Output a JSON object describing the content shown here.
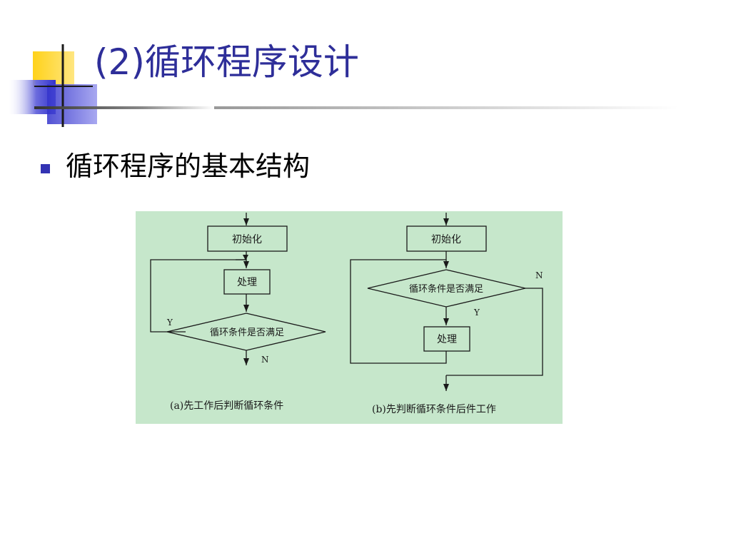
{
  "slide": {
    "title": "(2)循环程序设计",
    "bullet": "循环程序的基本结构",
    "accent_color": "#2e2e99",
    "deco_colors": {
      "yellow": "#ffcc00",
      "blue": "#3333cc",
      "line": "#1a1a1a"
    },
    "figure_bg": "#c6e7cb"
  },
  "diagram_a": {
    "init": "初始化",
    "process": "处理",
    "condition": "循环条件是否满足",
    "yes_label": "Y",
    "no_label": "N",
    "caption": "(a)先工作后判断循环条件"
  },
  "diagram_b": {
    "init": "初始化",
    "condition": "循环条件是否满足",
    "yes_label": "Y",
    "no_label": "N",
    "process": "处理",
    "caption": "(b)先判断循环条件后件工作"
  }
}
